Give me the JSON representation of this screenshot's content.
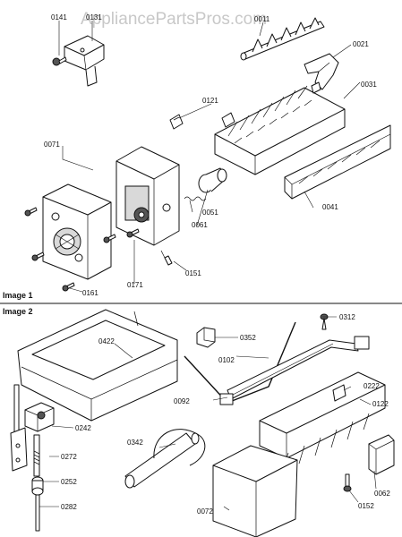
{
  "watermark": "AppliancePartsPros.com",
  "sections": [
    {
      "label": "Image 1"
    },
    {
      "label": "Image 2"
    }
  ],
  "parts": {
    "0011": "0011",
    "0021": "0021",
    "0031": "0031",
    "0041": "0041",
    "0051": "0051",
    "0061": "0061",
    "0071": "0071",
    "0121": "0121",
    "0131": "0131",
    "0141": "0141",
    "0151": "0151",
    "0161": "0161",
    "0171": "0171",
    "0312": "0312",
    "0352": "0352",
    "0422": "0422",
    "0102": "0102",
    "0222": "0222",
    "0092": "0092",
    "0122": "0122",
    "0242": "0242",
    "0342": "0342",
    "0272": "0272",
    "0252": "0252",
    "0282": "0282",
    "0072": "0072",
    "0152": "0152",
    "0062": "0062"
  }
}
